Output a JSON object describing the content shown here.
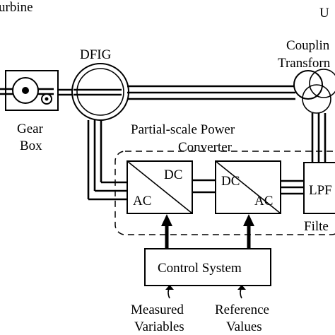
{
  "labels": {
    "turbine": "urbine",
    "dfig": "DFIG",
    "grid_top": "U",
    "coupling_line1": "Couplin",
    "coupling_line2": "Transforn",
    "gear_line1": "Gear",
    "gear_line2": "Box",
    "converter_line1": "Partial-scale Power",
    "converter_line2": "Converter",
    "conv1_dc": "DC",
    "conv1_ac": "AC",
    "conv2_dc": "DC",
    "conv2_ac": "AC",
    "lpf": "LPF",
    "filter": "Filte",
    "control_system": "Control System",
    "measured_line1": "Measured",
    "measured_line2": "Variables",
    "reference_line1": "Reference",
    "reference_line2": "Values"
  }
}
